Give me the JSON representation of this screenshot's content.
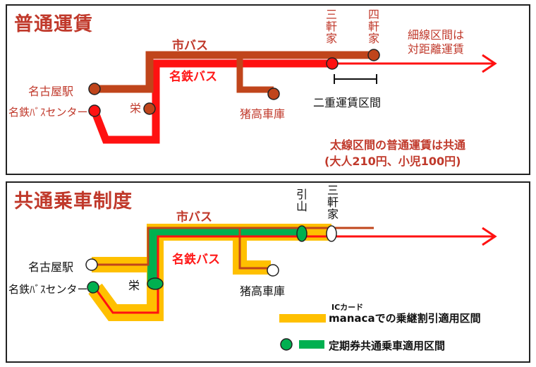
{
  "top": {
    "title": "普通運賃",
    "city_bus": "市バス",
    "meitetsu_bus": "名鉄バス",
    "stations": {
      "nagoya": "名古屋駅",
      "bus_center": "名鉄ﾊﾞｽセンター",
      "sakae": "栄",
      "ino": "猪高車庫",
      "sangenya": "三軒家",
      "yongenya": "四軒家"
    },
    "thin_section": "細線区間は\n対距離運賃",
    "double_fare": "二重運賃区間",
    "note_line1": "太線区間の普通運賃は共通",
    "note_line2": "(大人210円、小児100円)"
  },
  "bottom": {
    "title": "共通乗車制度",
    "city_bus": "市バス",
    "meitetsu_bus": "名鉄バス",
    "stations": {
      "nagoya": "名古屋駅",
      "bus_center": "名鉄ﾊﾞｽセンター",
      "sakae": "栄",
      "ino": "猪高車庫",
      "hikiyama": "引山",
      "sangenya": "三軒家"
    },
    "legend": {
      "ic_card": "ICカード",
      "manaca": "manacaでの乗継割引適用区間",
      "teiki": "定期券共通乗車適用区間"
    }
  },
  "colors": {
    "city_bus_line": "#c0451b",
    "meitetsu_line": "#ff1111",
    "manaca": "#ffc000",
    "teiki": "#00b050",
    "frame": "#222222"
  }
}
